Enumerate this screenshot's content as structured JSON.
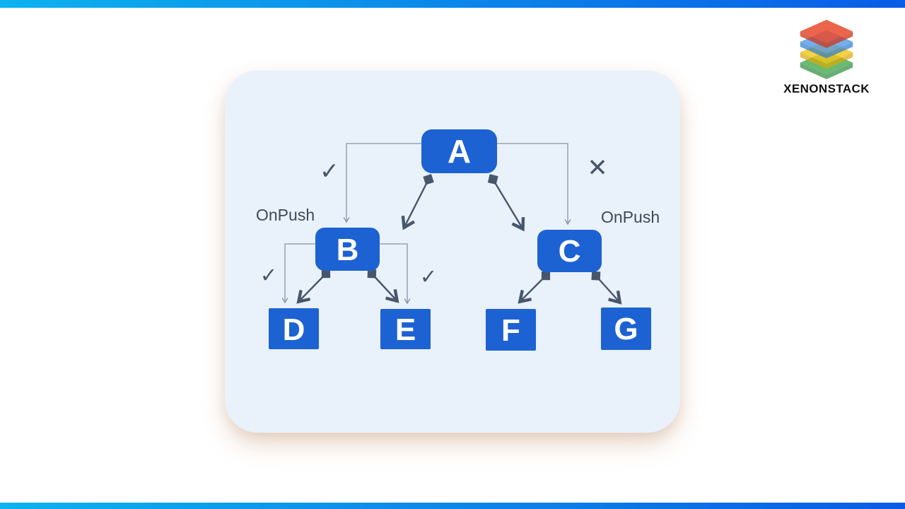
{
  "brand": {
    "name": "XENONSTACK",
    "logo_layers": [
      {
        "name": "red",
        "top_color": "#e84a2d",
        "side_color": "#cf3a1f"
      },
      {
        "name": "blue",
        "top_color": "#4f9ae8",
        "side_color": "#2f7ed2"
      },
      {
        "name": "yellow",
        "top_color": "#f4c513",
        "side_color": "#d9a90a"
      },
      {
        "name": "green",
        "top_color": "#44a94f",
        "side_color": "#2f8f3e"
      }
    ]
  },
  "top_bar": {
    "gradient_start": "#0db2ee",
    "gradient_end": "#0a5ce6"
  },
  "bottom_bar": {
    "gradient_start": "#0db2ee",
    "gradient_end": "#0a5ce6"
  },
  "panel": {
    "background": "#e9f1fb"
  },
  "diagram": {
    "type": "component-tree",
    "nodes": [
      {
        "id": "A",
        "label": "A",
        "shape": "rounded"
      },
      {
        "id": "B",
        "label": "B",
        "shape": "rounded",
        "annotation": "OnPush"
      },
      {
        "id": "C",
        "label": "C",
        "shape": "rounded",
        "annotation": "OnPush"
      },
      {
        "id": "D",
        "label": "D",
        "shape": "square"
      },
      {
        "id": "E",
        "label": "E",
        "shape": "square"
      },
      {
        "id": "F",
        "label": "F",
        "shape": "square"
      },
      {
        "id": "G",
        "label": "G",
        "shape": "square"
      }
    ],
    "edges": [
      {
        "from": "A",
        "to": "B",
        "style": "orthogonal-thin-arrow"
      },
      {
        "from": "A",
        "to": "C",
        "style": "orthogonal-thin-arrow"
      },
      {
        "from": "A",
        "to": "B",
        "style": "diagonal-diamond-arrow"
      },
      {
        "from": "A",
        "to": "C",
        "style": "diagonal-diamond-arrow"
      },
      {
        "from": "B",
        "to": "D",
        "style": "orthogonal-thin-arrow"
      },
      {
        "from": "B",
        "to": "E",
        "style": "orthogonal-thin-arrow"
      },
      {
        "from": "B",
        "to": "D",
        "style": "diagonal-diamond-arrow"
      },
      {
        "from": "B",
        "to": "E",
        "style": "diagonal-diamond-arrow"
      },
      {
        "from": "C",
        "to": "F",
        "style": "diagonal-diamond-arrow"
      },
      {
        "from": "C",
        "to": "G",
        "style": "diagonal-diamond-arrow"
      }
    ],
    "labels": {
      "onpush_left": "OnPush",
      "onpush_right": "OnPush"
    },
    "icons": {
      "check": "✓",
      "cross": "✕"
    },
    "marks": [
      {
        "icon": "check",
        "position": "left-of-a-to-b-connector"
      },
      {
        "icon": "cross",
        "position": "right-of-a-to-c-connector"
      },
      {
        "icon": "check",
        "position": "left-of-b-to-d-connector"
      },
      {
        "icon": "check",
        "position": "right-of-b-to-e-connector"
      }
    ],
    "colors": {
      "node_fill": "#1d62d2",
      "node_text": "#ffffff",
      "thick_edge": "#47566b",
      "thin_edge": "#8796a6",
      "annotation_text": "#3e4957",
      "panel_background": "#e9f1fb"
    }
  }
}
